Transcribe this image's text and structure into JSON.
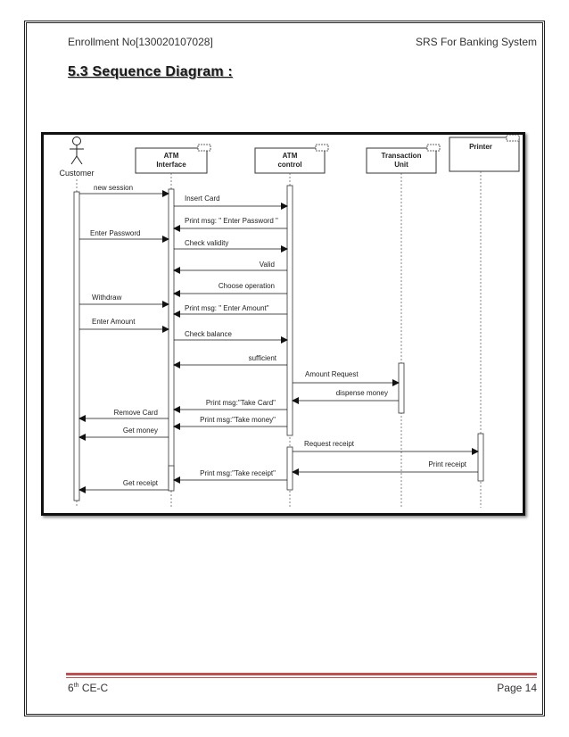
{
  "header": {
    "enrollment": "Enrollment No[130020107028]",
    "doc_title": "SRS For Banking System"
  },
  "section_title": "5.3 Sequence Diagram :",
  "diagram": {
    "participants": {
      "customer": "Customer",
      "atm_interface_1": "ATM",
      "atm_interface_2": "Interface",
      "atm_control_1": "ATM",
      "atm_control_2": "control",
      "transaction_1": "Transaction",
      "transaction_2": "Unit",
      "printer": "Printer"
    },
    "messages": {
      "m1": "new session",
      "m2": "Insert Card",
      "m3": "Print msg: \" Enter Password \"",
      "m4": "Enter  Password",
      "m5": "Check validity",
      "m6": "Valid",
      "m7": "Choose operation",
      "m8": "Withdraw",
      "m9": "Print msg: \" Enter Amount\"",
      "m10": "Enter Amount",
      "m11": "Check balance",
      "m12": "sufficient",
      "m13": "Amount Request",
      "m14": "dispense money",
      "m15": "Print msg:\"Take Card\"",
      "m16": "Remove Card",
      "m17": "Print msg:\"Take money\"",
      "m18": "Get money",
      "m19": "Request receipt",
      "m20": "Print  receipt",
      "m21": "Print msg:\"Take receipt\"",
      "m22": "Get receipt"
    }
  },
  "footer": {
    "class_prefix": "6",
    "class_sup": "th",
    "class_suffix": " CE-C",
    "page": "Page 14"
  }
}
